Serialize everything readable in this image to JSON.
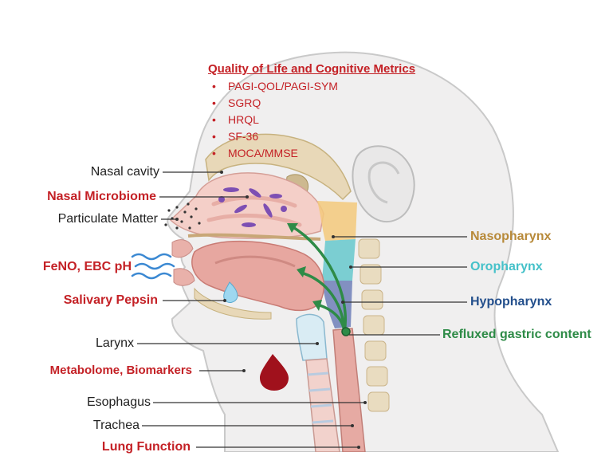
{
  "qol": {
    "title": "Quality of Life and Cognitive Metrics",
    "items": [
      "PAGI-QOL/PAGI-SYM",
      "SGRQ",
      "HRQL",
      "SF-36",
      "MOCA/MMSE"
    ]
  },
  "left_labels": {
    "nasal_cavity": "Nasal cavity",
    "nasal_microbiome": "Nasal Microbiome",
    "particulate_matter": "Particulate Matter",
    "feno": "FeNO, EBC pH",
    "salivary_pepsin": "Salivary Pepsin",
    "larynx": "Larynx",
    "metabolome": "Metabolome, Biomarkers",
    "esophagus": "Esophagus",
    "trachea": "Trachea",
    "lung_function": "Lung Function"
  },
  "right_labels": {
    "nasopharynx": "Nasopharynx",
    "oropharynx": "Oropharynx",
    "hypopharynx": "Hypopharynx",
    "refluxed": "Refluxed gastric content"
  },
  "colors": {
    "red_text": "#c42126",
    "nasopharynx": "#b88a3a",
    "oropharynx": "#45c1c9",
    "hypopharynx": "#234f8c",
    "refluxed": "#2e8b47",
    "skin": "#f0efef",
    "tissue": "#f1c9c2",
    "airflow": "#3a88d2",
    "blood": "#a0111c"
  }
}
